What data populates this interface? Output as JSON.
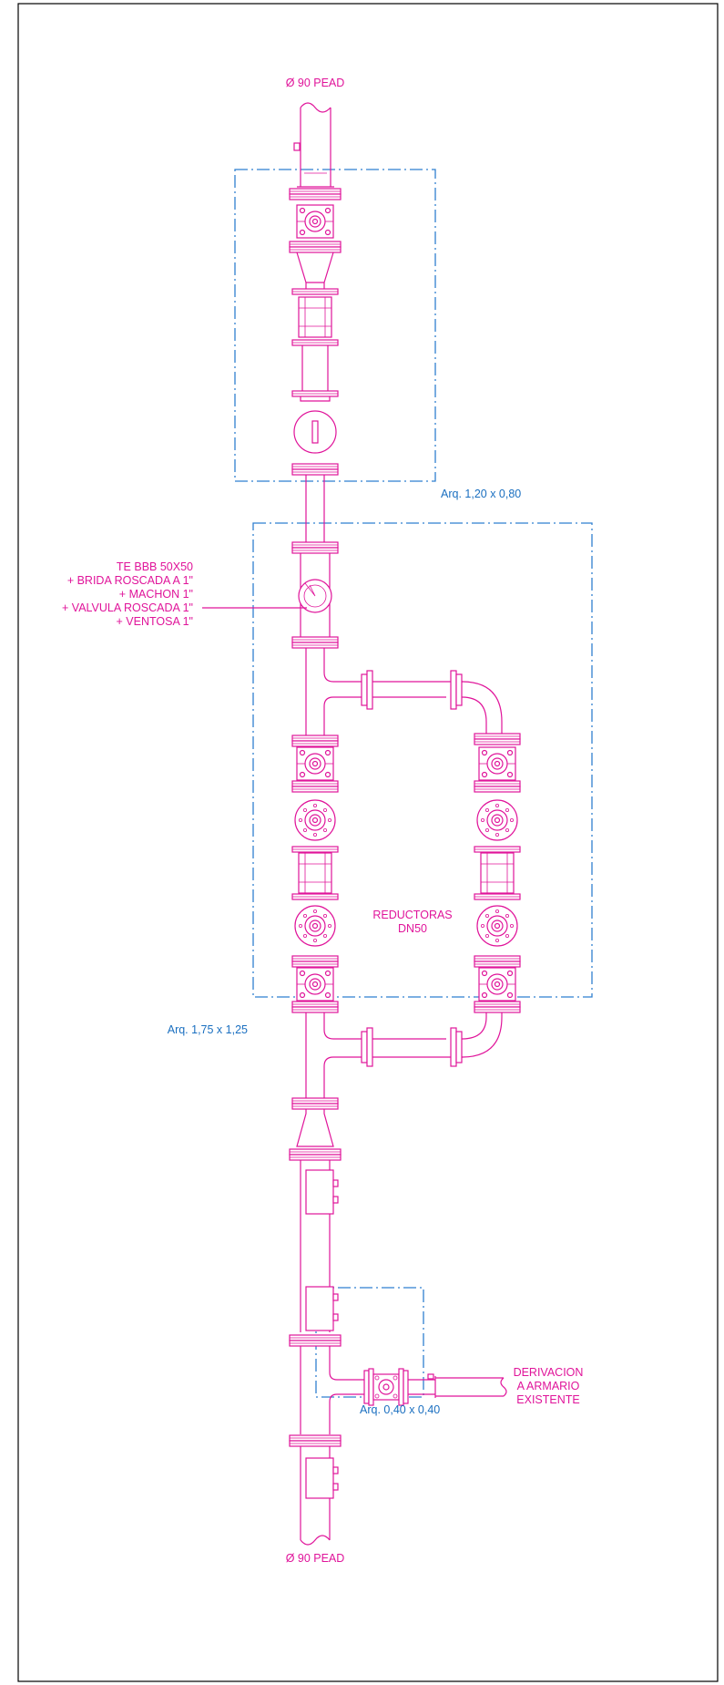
{
  "labels": {
    "top_pipe": "Ø 90 PEAD",
    "bottom_pipe": "Ø 90 PEAD",
    "tee_note": [
      "TE BBB 50X50",
      "+ BRIDA ROSCADA A 1\"",
      "+ MACHON 1\"",
      "+ VALVULA ROSCADA 1\"",
      "+ VENTOSA 1\""
    ],
    "reductoras": [
      "REDUCTORAS",
      "DN50"
    ],
    "derivacion": [
      "DERIVACION",
      "A ARMARIO",
      "EXISTENTE"
    ]
  },
  "boxes": {
    "top": "Arq. 1,20 x 0,80",
    "middle": "Arq. 1,75 x 1,25",
    "bottom": "Arq. 0,40 x 0,40"
  },
  "colors": {
    "piping": "#e0149a",
    "enclosure": "#2f7fd0",
    "enclosure_text": "#1a6fc0",
    "frame": "#000000"
  }
}
